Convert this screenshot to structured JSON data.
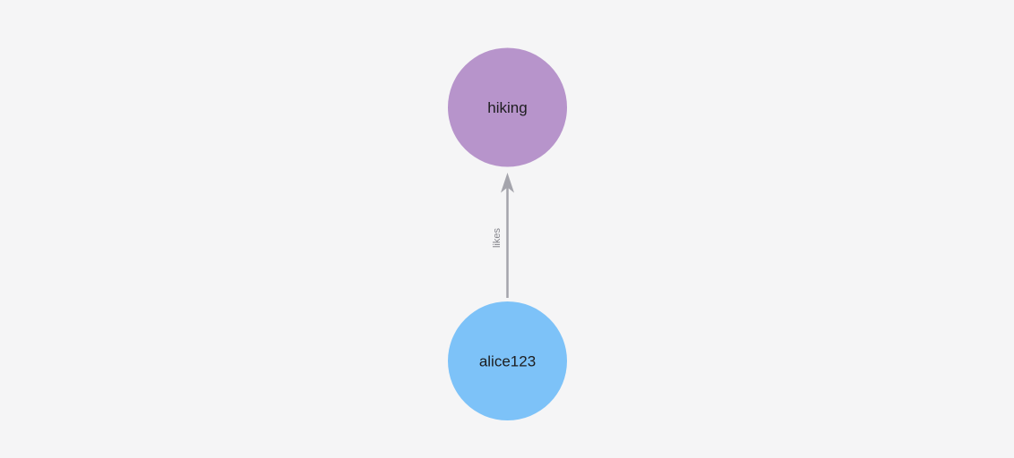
{
  "canvas": {
    "background": "#f5f5f6"
  },
  "graph": {
    "nodes": [
      {
        "id": "hiking",
        "label": "hiking",
        "color": "#b794cb",
        "text_color": "#1d1d1f"
      },
      {
        "id": "alice123",
        "label": "alice123",
        "color": "#7dc2f8",
        "text_color": "#1d1d1f"
      }
    ],
    "edges": [
      {
        "from": "alice123",
        "to": "hiking",
        "label": "likes",
        "color": "#a4a4ac",
        "label_color": "#84848b",
        "direction": "up"
      }
    ]
  }
}
